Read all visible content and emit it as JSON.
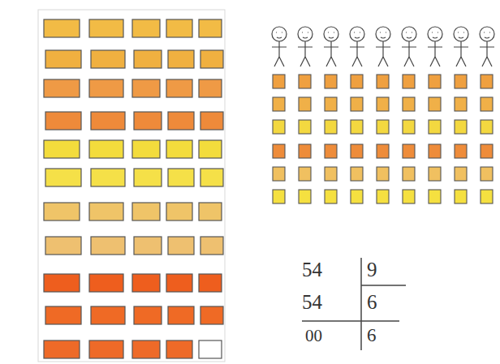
{
  "diagram": {
    "labels": [
      "54",
      "9",
      "54",
      "6",
      "00",
      "6"
    ]
  }
}
